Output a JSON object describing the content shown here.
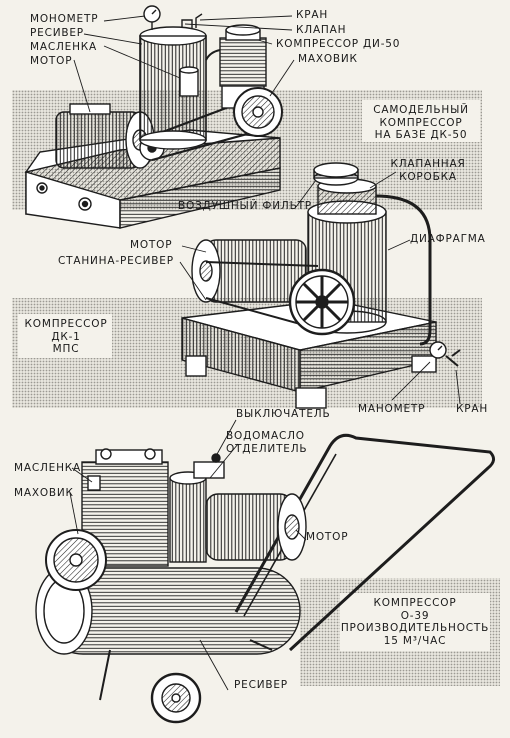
{
  "colors": {
    "background": "#f4f2eb",
    "ink": "#1d1d1d",
    "halftone_band": "#c9c7c0"
  },
  "section1": {
    "labels": {
      "manometer": "МОНОМЕТР",
      "receiver": "РЕСИВЕР",
      "oiler": "МАСЛЕНКА",
      "motor": "МОТОР",
      "tap": "КРАН",
      "valve": "КЛАПАН",
      "compressor": "КОМПРЕССОР ДИ-50",
      "flywheel": "МАХОВИК"
    },
    "caption": {
      "line1": "САМОДЕЛЬНЫЙ",
      "line2": "КОМПРЕССОР",
      "line3": "НА БАЗЕ ДК-50"
    }
  },
  "section2": {
    "labels": {
      "valve_box_1": "КЛАПАННАЯ",
      "valve_box_2": "КОРОБКА",
      "air_filter": "ВОЗДУШНЫЙ ФИЛЬТР",
      "diaphragm": "ДИАФРАГМА",
      "motor": "МОТОР",
      "frame_receiver": "СТАНИНА-РЕСИВЕР",
      "manometer": "МАНОМЕТР",
      "tap": "КРАН"
    },
    "caption": {
      "line1": "КОМПРЕССОР",
      "line2": "ДК-1",
      "line3": "МПС"
    }
  },
  "section3": {
    "labels": {
      "switch": "ВЫКЛЮЧАТЕЛЬ",
      "separator_1": "ВОДОМАСЛО",
      "separator_2": "ОТДЕЛИТЕЛЬ",
      "oiler": "МАСЛЕНКА",
      "flywheel": "МАХОВИК",
      "motor": "МОТОР",
      "receiver": "РЕСИВЕР"
    },
    "caption": {
      "line1": "КОМПРЕССОР",
      "line2": "О-39",
      "line3": "ПРОИЗВОДИТЕЛЬНОСТЬ",
      "line4": "15 М³/ЧАС"
    }
  }
}
